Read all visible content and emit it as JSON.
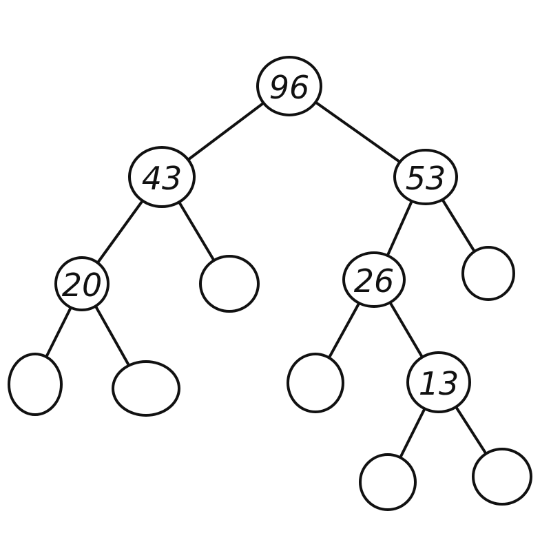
{
  "tree": {
    "nodes": [
      {
        "id": "n96",
        "label": "96"
      },
      {
        "id": "n43",
        "label": "43"
      },
      {
        "id": "n53",
        "label": "53"
      },
      {
        "id": "n20",
        "label": "20"
      },
      {
        "id": "n43r",
        "label": ""
      },
      {
        "id": "n26",
        "label": "26"
      },
      {
        "id": "n53r",
        "label": ""
      },
      {
        "id": "n20l",
        "label": ""
      },
      {
        "id": "n20r",
        "label": ""
      },
      {
        "id": "n26l",
        "label": ""
      },
      {
        "id": "n13",
        "label": "13"
      },
      {
        "id": "n13l",
        "label": ""
      },
      {
        "id": "n13r",
        "label": ""
      }
    ],
    "edges": [
      [
        "n96",
        "n43"
      ],
      [
        "n96",
        "n53"
      ],
      [
        "n43",
        "n20"
      ],
      [
        "n43",
        "n43r"
      ],
      [
        "n53",
        "n26"
      ],
      [
        "n53",
        "n53r"
      ],
      [
        "n20",
        "n20l"
      ],
      [
        "n20",
        "n20r"
      ],
      [
        "n26",
        "n26l"
      ],
      [
        "n26",
        "n13"
      ],
      [
        "n13",
        "n13l"
      ],
      [
        "n13",
        "n13r"
      ]
    ]
  }
}
